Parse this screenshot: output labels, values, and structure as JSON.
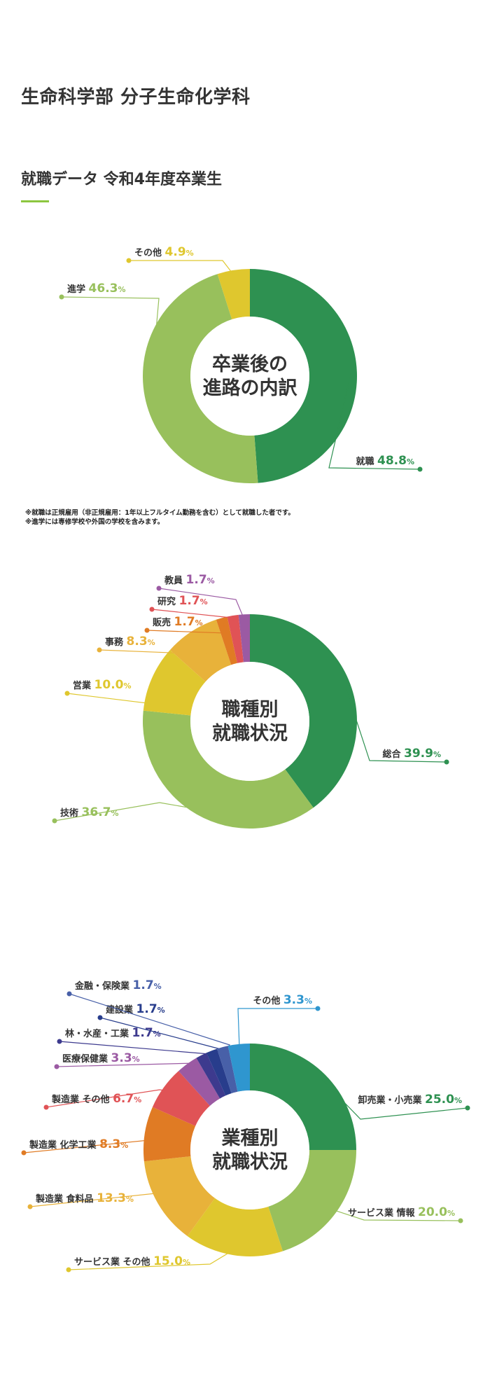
{
  "page": {
    "title": "生命科学部 分子生命化学科",
    "section_title": "就職データ 令和4年度卒業生",
    "notes": [
      "※就職は正規雇用（非正規雇用：1年以上フルタイム勤務を含む）として就職した者です。",
      "※進学には専修学校や外国の学校を含みます。"
    ]
  },
  "chart_data": [
    {
      "type": "pie",
      "donut": true,
      "center_label": [
        "卒業後の",
        "進路の内訳"
      ],
      "slices": [
        {
          "label": "就職",
          "value": 48.8,
          "color": "#2e9151"
        },
        {
          "label": "進学",
          "value": 46.3,
          "color": "#98c05c"
        },
        {
          "label": "その他",
          "value": 4.9,
          "color": "#dfc72e"
        }
      ],
      "unit": "%"
    },
    {
      "type": "pie",
      "donut": true,
      "center_label": [
        "職種別",
        "就職状況"
      ],
      "slices": [
        {
          "label": "総合",
          "value": 39.9,
          "color": "#2e9151"
        },
        {
          "label": "技術",
          "value": 36.7,
          "color": "#98c05c"
        },
        {
          "label": "営業",
          "value": 10.0,
          "color": "#dfc72e"
        },
        {
          "label": "事務",
          "value": 8.3,
          "color": "#e8b23a"
        },
        {
          "label": "販売",
          "value": 1.7,
          "color": "#e07b24"
        },
        {
          "label": "研究",
          "value": 1.7,
          "color": "#e05356"
        },
        {
          "label": "教員",
          "value": 1.7,
          "color": "#9b5aa3"
        }
      ],
      "unit": "%"
    },
    {
      "type": "pie",
      "donut": true,
      "center_label": [
        "業種別",
        "就職状況"
      ],
      "slices": [
        {
          "label": "卸売業・小売業",
          "value": 25.0,
          "color": "#2e9151"
        },
        {
          "label": "サービス業 情報",
          "value": 20.0,
          "color": "#98c05c"
        },
        {
          "label": "サービス業 その他",
          "value": 15.0,
          "color": "#dfc72e"
        },
        {
          "label": "製造業 食料品",
          "value": 13.3,
          "color": "#e8b23a"
        },
        {
          "label": "製造業 化学工業",
          "value": 8.3,
          "color": "#e07b24"
        },
        {
          "label": "製造業 その他",
          "value": 6.7,
          "color": "#e05356"
        },
        {
          "label": "医療保健業",
          "value": 3.3,
          "color": "#9b5aa3"
        },
        {
          "label": "林・水産・工業",
          "value": 1.7,
          "color": "#3d3a8e"
        },
        {
          "label": "建設業",
          "value": 1.7,
          "color": "#283d8c"
        },
        {
          "label": "金融・保険業",
          "value": 1.7,
          "color": "#4860a8"
        },
        {
          "label": "その他",
          "value": 3.3,
          "color": "#2f96cf"
        }
      ],
      "unit": "%"
    }
  ]
}
